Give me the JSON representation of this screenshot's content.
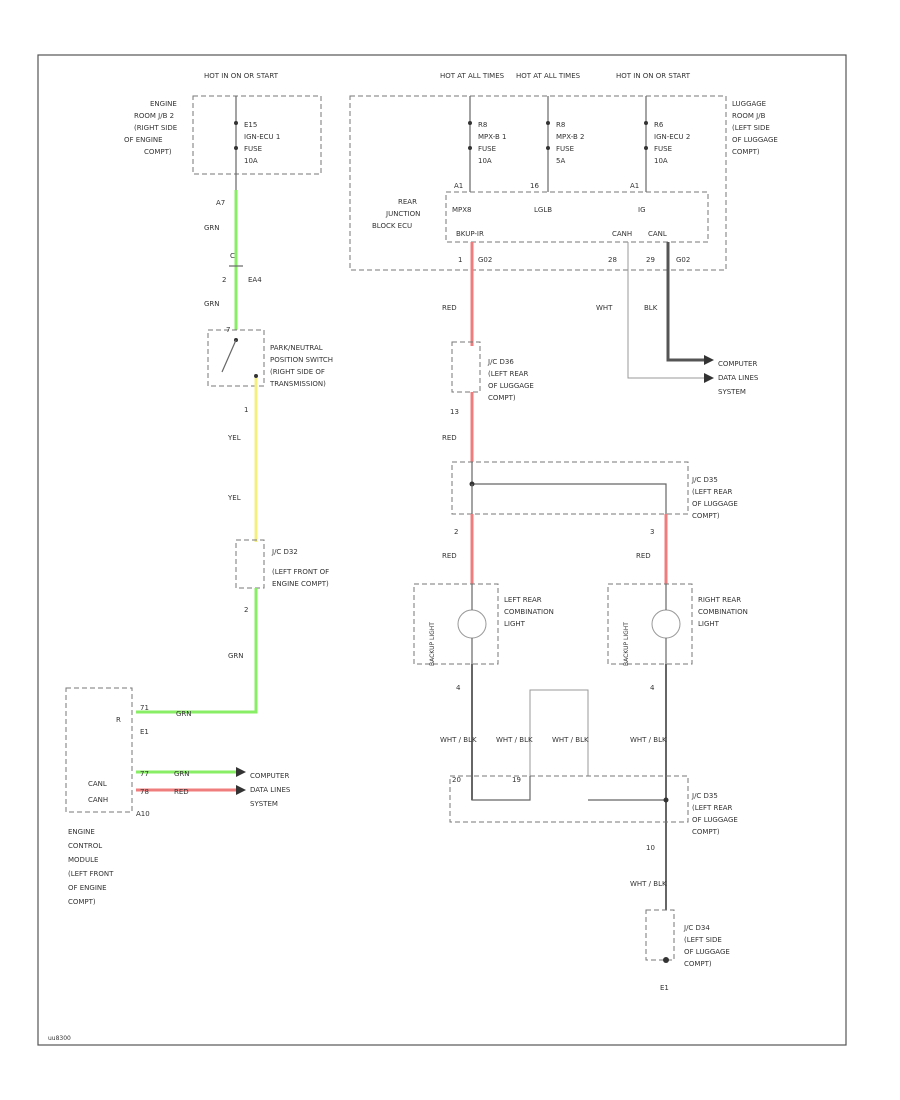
{
  "colors": {
    "GRN": "#88ee66",
    "YEL": "#f4f080",
    "RED": "#f07d7d",
    "BLK": "#555555",
    "WHT": "#cccccc",
    "frame": "#555555"
  },
  "figure_id": "uu8300",
  "power": {
    "left": "HOT IN ON OR START",
    "rear_1": "HOT AT ALL TIMES",
    "rear_2": "HOT AT ALL TIMES",
    "rear_3": "HOT IN ON OR START"
  },
  "engine_room_jb": {
    "label": [
      "ENGINE",
      "ROOM J/B 2",
      "(RIGHT SIDE",
      "OF ENGINE",
      "COMPT)"
    ],
    "fuse_id": "E15",
    "fuse_name": "IGN-ECU 1",
    "fuse_word": "FUSE",
    "fuse_amps": "10A",
    "terminal": "A7"
  },
  "luggage_jb": {
    "label": [
      "LUGGAGE",
      "ROOM J/B",
      "(LEFT SIDE",
      "OF LUGGAGE",
      "COMPT)"
    ],
    "fuses": [
      {
        "id": "R8",
        "name": "MPX-B 1",
        "word": "FUSE",
        "amps": "10A"
      },
      {
        "id": "R8",
        "name": "MPX-B 2",
        "word": "FUSE",
        "amps": "5A"
      },
      {
        "id": "R6",
        "name": "IGN-ECU 2",
        "word": "FUSE",
        "amps": "10A"
      }
    ],
    "pins": [
      "A1",
      "16",
      "A1"
    ]
  },
  "rear_ecu": {
    "label": [
      "REAR",
      "JUNCTION",
      "BLOCK ECU"
    ],
    "pins": [
      "MPX8",
      "LGLB",
      "IG"
    ],
    "outputs": [
      "BKUP-IR",
      "CANH",
      "CANL"
    ],
    "pin_nums": [
      "1",
      "G02",
      "28",
      "29",
      "G02"
    ]
  },
  "wire_labels": {
    "grn_a": "GRN",
    "grn_b": "GRN",
    "grn_c": "GRN",
    "yel_a": "YEL",
    "yel_b": "YEL",
    "red_a": "RED",
    "red_b": "RED",
    "red_c": "RED",
    "red_d": "RED",
    "wht": "WHT",
    "blk": "BLK",
    "whtblk": [
      "WHT / BLK",
      "WHT / BLK",
      "WHT / BLK",
      "WHT / BLK",
      "WHT / BLK"
    ]
  },
  "connectors": {
    "c_ea1": "C",
    "p_ea1": "2",
    "n_ea1": "EA4",
    "pn_top": "7",
    "pn_bot": "1",
    "j2_top": "",
    "j2_bot": "2",
    "j3_top": "",
    "j3_bot": "13",
    "j4_top": "2",
    "j4_bot": "3",
    "lamp_l": "4",
    "lamp_r": "4",
    "j5_l": "20",
    "j5_m": "19",
    "j5_bot": "10",
    "ecm_pin": "71",
    "ecm_c1": "77",
    "ecm_c2": "78",
    "ecm_grn": "GRN",
    "ecm_red": "RED",
    "a7": "A7"
  },
  "pn_switch": {
    "label": [
      "PARK/NEUTRAL",
      "POSITION SWITCH",
      "(RIGHT SIDE OF",
      "TRANSMISSION)"
    ]
  },
  "jc_j2": {
    "label": [
      "J/C D32",
      "(LEFT FRONT OF",
      "ENGINE COMPT)"
    ]
  },
  "jc_j3": {
    "label": [
      "J/C D36",
      "(LEFT REAR",
      "OF LUGGAGE",
      "COMPT)"
    ]
  },
  "jc_j4": {
    "label": [
      "J/C D35",
      "(LEFT REAR",
      "OF LUGGAGE",
      "COMPT)"
    ]
  },
  "jc_j5": {
    "label": [
      "J/C D35",
      "(LEFT REAR",
      "OF LUGGAGE",
      "COMPT)"
    ]
  },
  "jc_j6": {
    "label": [
      "J/C D34",
      "(LEFT SIDE",
      "OF LUGGAGE",
      "COMPT)"
    ]
  },
  "lamp_left": {
    "label": [
      "LEFT REAR",
      "COMBINATION",
      "LIGHT"
    ],
    "side": "BACKUP LIGHT"
  },
  "lamp_right": {
    "label": [
      "RIGHT REAR",
      "COMBINATION",
      "LIGHT"
    ],
    "side": "BACKUP LIGHT"
  },
  "ecm": {
    "terminal": "R",
    "conn": "E1",
    "canh": "CANL",
    "canl": "CANH",
    "conn2": "A10",
    "label": [
      "ENGINE",
      "CONTROL",
      "MODULE",
      "(LEFT FRONT",
      "OF ENGINE",
      "COMPT)"
    ]
  },
  "computer_top": [
    "COMPUTER",
    "DATA LINES",
    "SYSTEM"
  ],
  "computer_bottom": [
    "COMPUTER",
    "DATA LINES",
    "SYSTEM"
  ],
  "ground": "E1"
}
